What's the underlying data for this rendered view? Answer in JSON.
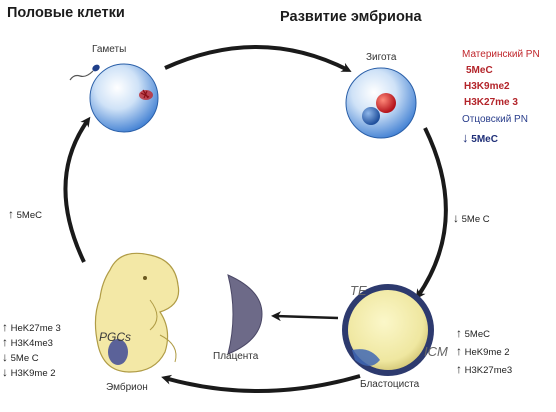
{
  "headings": {
    "left": "Половые клетки",
    "right": "Развитие эмбриона"
  },
  "labels": {
    "gametes": "Гаметы",
    "zygote": "Зигота",
    "placenta": "Плацента",
    "blastocyst": "Бластоциста",
    "embryo": "Эмбрион",
    "te": "TE",
    "icm": "ICM",
    "pgcs": "PGCs"
  },
  "zygote_marks": {
    "maternal_title": "Материнский PN",
    "maternal_items": [
      "5MeC",
      "H3K9me2",
      "H3K27me 3"
    ],
    "paternal_title": "Отцовский PN",
    "paternal_item": "5MeC"
  },
  "left_side_mark": "5MeC",
  "right_side_mark": "5Me C",
  "embryo_marks": [
    "HeK27me 3",
    "H3K4me3",
    "5Me C",
    "H3K9me 2"
  ],
  "blastocyst_marks": [
    "5MeC",
    "HeK9me 2",
    "H3K27me3"
  ],
  "arrows": {
    "up": "↑",
    "down": "↓"
  },
  "colors": {
    "cycle_arrow": "#1a1a1a",
    "cell_blue": "#3a7bd1",
    "maternal_red": "#c0262c",
    "paternal_blue": "#2a3e8c",
    "embryo_fill": "#f3e8a6",
    "placenta": "#6d6a88",
    "blastocyst_ring": "#2d3a6e"
  }
}
